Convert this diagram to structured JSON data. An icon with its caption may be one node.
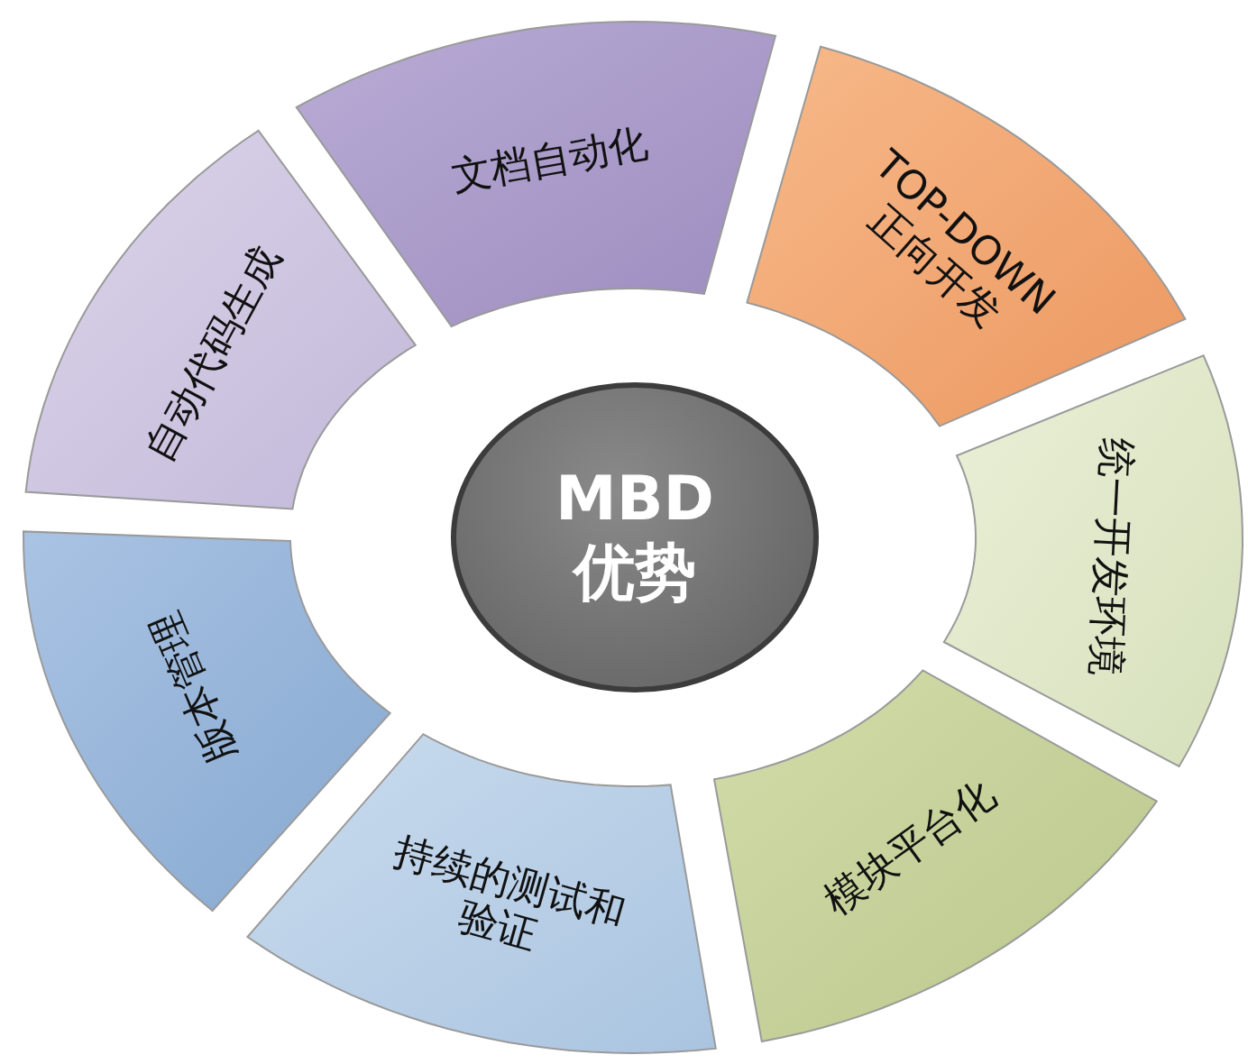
{
  "diagram": {
    "nodes": [
      {
        "text": [
          "MBD 优势"
        ]
      },
      {
        "text": [
          "文档自动化"
        ]
      },
      {
        "text": [
          "TOP-DOWN 正向开发"
        ]
      },
      {
        "text": [
          "统一开发环境"
        ]
      },
      {
        "text": [
          "模块平台化"
        ]
      },
      {
        "text": [
          "持续的测试和验证"
        ]
      },
      {
        "text": [
          "版本管理"
        ]
      },
      {
        "text": [
          "自动代码生成"
        ]
      }
    ]
  }
}
